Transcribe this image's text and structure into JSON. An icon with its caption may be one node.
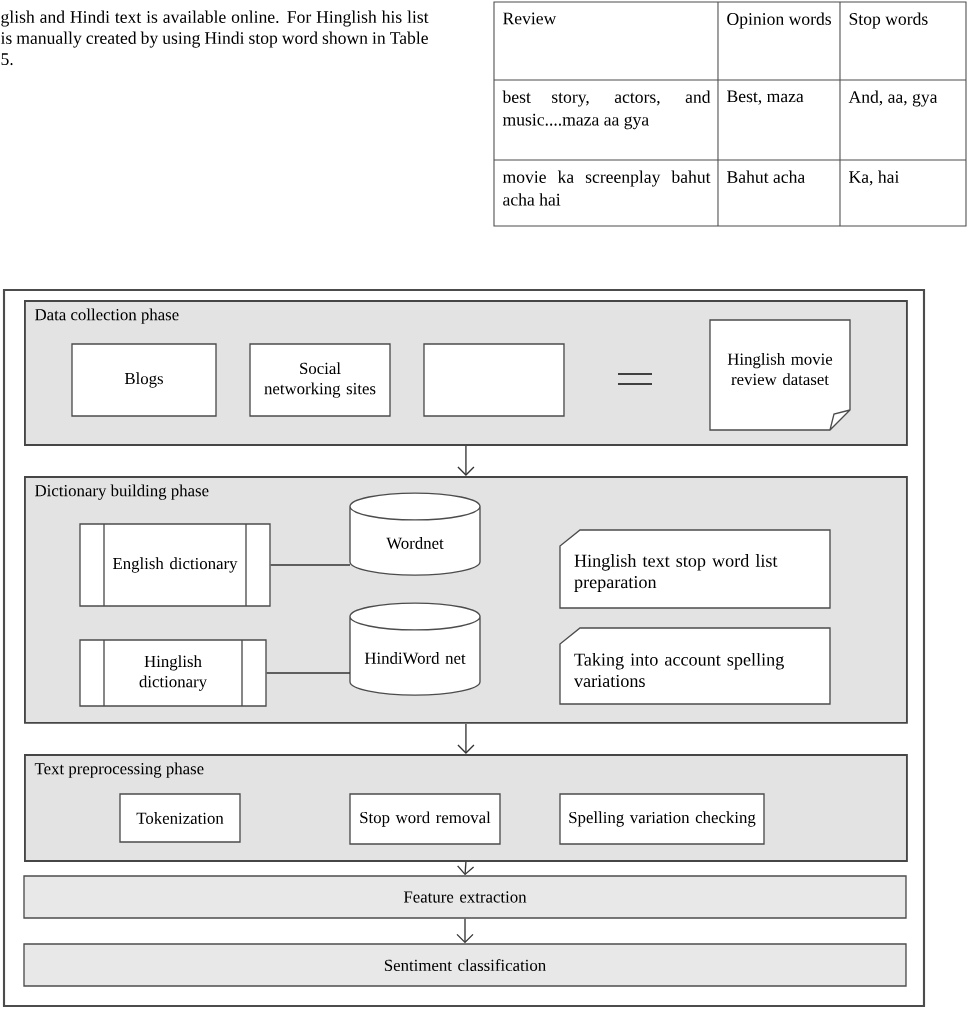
{
  "diagram": {
    "nodes": [
      {
        "text": [
          "Data collection phase"
        ]
      },
      {
        "text": [
          "Blogs"
        ],
        "in": 0
      },
      {
        "text": [
          "Social networking sites"
        ],
        "in": 0
      },
      {
        "text": [],
        "shape": "box",
        "in": 0
      },
      {
        "text": [
          "Hinglish movie review dataset"
        ],
        "in": 0
      },
      {
        "text": [
          "Dictionary building phase"
        ]
      },
      {
        "text": [
          "English dictionary"
        ],
        "in": 5
      },
      {
        "text": [
          "Wordnet"
        ],
        "in": 5
      },
      {
        "text": [
          "Hinglish text stop word list preparation"
        ],
        "in": 5
      },
      {
        "text": [
          "Hinglish dictionary"
        ],
        "in": 5
      },
      {
        "text": [
          "HindiWord net"
        ],
        "in": 5
      },
      {
        "text": [
          "Taking into account spelling variations"
        ],
        "in": 5
      },
      {
        "text": [
          "Text preprocessing phase"
        ]
      },
      {
        "text": [
          "Tokenization"
        ],
        "in": 12
      },
      {
        "text": [
          "Stop word removal"
        ],
        "in": 12
      },
      {
        "text": [
          "Spelling variation checking"
        ],
        "in": 12
      },
      {
        "text": [
          "Feature extraction"
        ]
      },
      {
        "text": [
          "Sentiment classification"
        ]
      }
    ],
    "edges": [
      {
        "from": 0,
        "to": 5,
        "arrow": "to"
      },
      {
        "from": 6,
        "to": 7,
        "arrow": "none"
      },
      {
        "from": 9,
        "to": 10,
        "arrow": "none"
      },
      {
        "from": 5,
        "to": 12,
        "arrow": "to"
      },
      {
        "from": 12,
        "to": 16,
        "arrow": "to"
      },
      {
        "from": 16,
        "to": 17,
        "arrow": "to"
      }
    ],
    "labels": [
      "glish and Hindi text is available online. For Hinglish his list is manually created by using Hindi stop word shown in Table 5.",
      "Review",
      "Opinion words",
      "Stop words",
      "best story, actors, and music....maza aa gya",
      "Best, maza",
      "And, aa, gya",
      "movie ka screenplay bahut acha hai",
      "Bahut acha",
      "Ka, hai"
    ]
  }
}
